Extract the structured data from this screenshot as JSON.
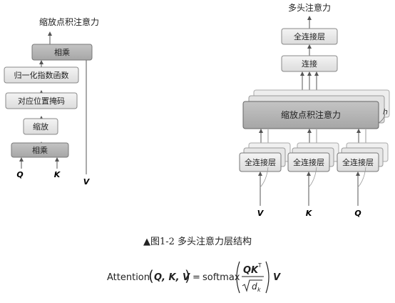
{
  "left_diagram": {
    "title": "缩放点积注意力",
    "box_matmul_top": "相乘",
    "box_softmax": "归一化指数函数",
    "box_mask": "对应位置掩码",
    "box_scale": "缩放",
    "box_matmul_bottom": "相乘",
    "input_q": "Q",
    "input_k": "K",
    "input_v": "V"
  },
  "right_diagram": {
    "title": "多头注意力",
    "box_linear_top": "全连接层",
    "box_concat": "连接",
    "box_attention": "缩放点积注意力",
    "head_label": "h",
    "box_linear_v": "全连接层",
    "box_linear_k": "全连接层",
    "box_linear_q": "全连接层",
    "input_v": "V",
    "input_k": "K",
    "input_q": "Q"
  },
  "caption": "▲图1-2  多头注意力层结构",
  "formula": {
    "lhs": "Attention",
    "args": "Q, K, V",
    "equals": "=",
    "func": "softmax",
    "numerator": "QK",
    "transpose": "T",
    "sqrt_sub": "k",
    "sqrt_var": "d",
    "multiplier": "V"
  }
}
